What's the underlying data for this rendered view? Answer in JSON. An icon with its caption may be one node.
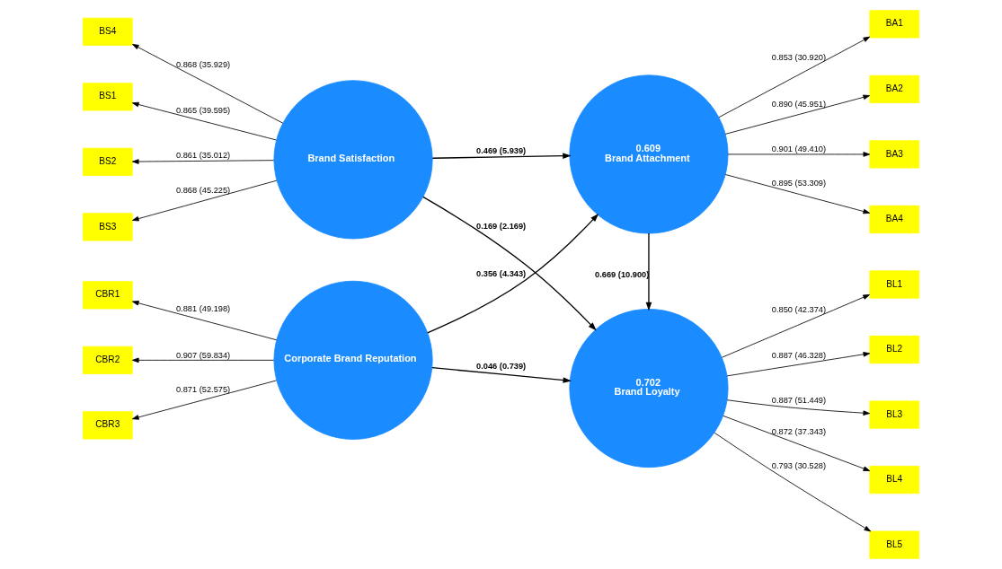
{
  "diagram": {
    "nodes": [
      {
        "text": [
          "Brand Satisfaction"
        ]
      },
      {
        "text": [
          "0.609",
          "Brand Attachment"
        ]
      },
      {
        "text": [
          "Corporate Brand Reputation"
        ]
      },
      {
        "text": [
          "0.702",
          "Brand Loyalty"
        ]
      },
      {
        "text": [
          "BS1"
        ]
      },
      {
        "text": [
          "BS2"
        ]
      },
      {
        "text": [
          "BS3"
        ]
      },
      {
        "text": [
          "BS4"
        ]
      },
      {
        "text": [
          "BA1"
        ]
      },
      {
        "text": [
          "BA2"
        ]
      },
      {
        "text": [
          "BA3"
        ]
      },
      {
        "text": [
          "BA4"
        ]
      },
      {
        "text": [
          "CBR1"
        ]
      },
      {
        "text": [
          "CBR2"
        ]
      },
      {
        "text": [
          "CBR3"
        ]
      },
      {
        "text": [
          "BL1"
        ]
      },
      {
        "text": [
          "BL2"
        ]
      },
      {
        "text": [
          "BL3"
        ]
      },
      {
        "text": [
          "BL4"
        ]
      },
      {
        "text": [
          "BL5"
        ]
      }
    ],
    "edges": [
      {
        "from": 0,
        "to": 1,
        "arrow": "to",
        "label": "0.469 (5.939)"
      },
      {
        "from": 0,
        "to": 3,
        "arrow": "to",
        "label": "0.169 (2.169)"
      },
      {
        "from": 2,
        "to": 1,
        "arrow": "to",
        "label": "0.356 (4.343)"
      },
      {
        "from": 2,
        "to": 3,
        "arrow": "to",
        "label": "0.046 (0.739)"
      },
      {
        "from": 1,
        "to": 3,
        "arrow": "to",
        "label": "0.669 (10.900)"
      },
      {
        "from": 0,
        "to": 4,
        "arrow": "to",
        "label": "0.865 (39.595)"
      },
      {
        "from": 0,
        "to": 5,
        "arrow": "to",
        "label": "0.861 (35.012)"
      },
      {
        "from": 0,
        "to": 6,
        "arrow": "to",
        "label": "0.868 (45.225)"
      },
      {
        "from": 0,
        "to": 7,
        "arrow": "to",
        "label": "0.868 (35.929)"
      },
      {
        "from": 1,
        "to": 8,
        "arrow": "to",
        "label": "0.853 (30.920)"
      },
      {
        "from": 1,
        "to": 9,
        "arrow": "to",
        "label": "0.890 (45.951)"
      },
      {
        "from": 1,
        "to": 10,
        "arrow": "to",
        "label": "0.901 (49.410)"
      },
      {
        "from": 1,
        "to": 11,
        "arrow": "to",
        "label": "0.895 (53.309)"
      },
      {
        "from": 2,
        "to": 12,
        "arrow": "to",
        "label": "0.881 (49.198)"
      },
      {
        "from": 2,
        "to": 13,
        "arrow": "to",
        "label": "0.907 (59.834)"
      },
      {
        "from": 2,
        "to": 14,
        "arrow": "to",
        "label": "0.871 (52.575)"
      },
      {
        "from": 3,
        "to": 15,
        "arrow": "to",
        "label": "0.850 (42.374)"
      },
      {
        "from": 3,
        "to": 16,
        "arrow": "to",
        "label": "0.887 (46.328)"
      },
      {
        "from": 3,
        "to": 17,
        "arrow": "to",
        "label": "0.887 (51.449)"
      },
      {
        "from": 3,
        "to": 18,
        "arrow": "to",
        "label": "0.872 (37.343)"
      },
      {
        "from": 3,
        "to": 19,
        "arrow": "to",
        "label": "0.793 (30.528)"
      }
    ]
  }
}
